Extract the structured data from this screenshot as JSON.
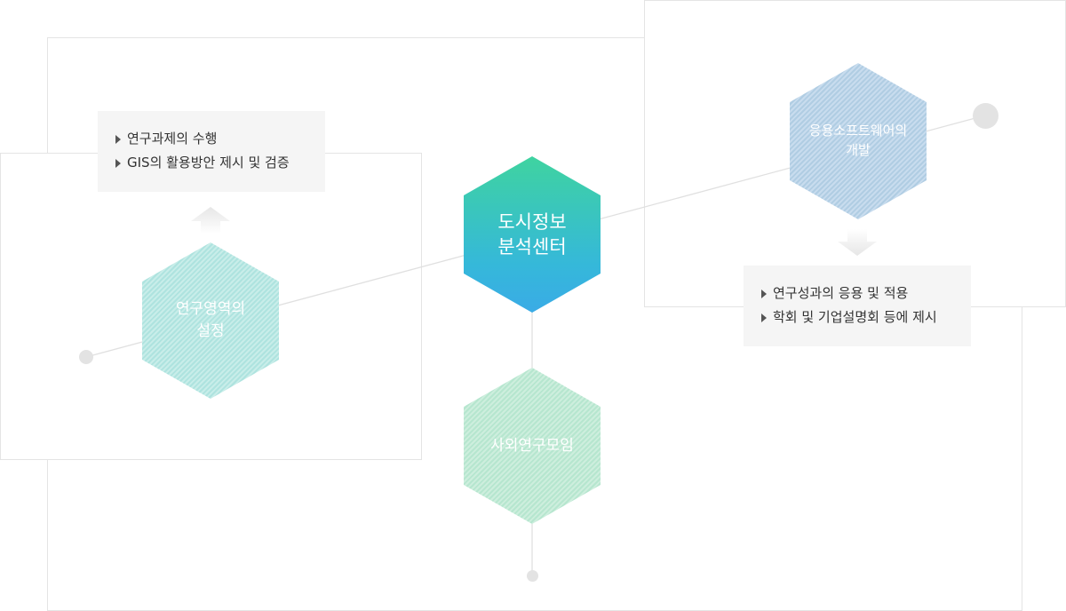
{
  "center_hex": {
    "label": "도시정보\n분석센터"
  },
  "left_hex": {
    "label": "연구영역의\n설정"
  },
  "right_hex": {
    "label": "응용소프트웨어의\n개발"
  },
  "bottom_hex": {
    "label": "사외연구모임"
  },
  "left_box": {
    "items": [
      "연구과제의 수행",
      "GIS의 활용방안 제시 및 검증"
    ]
  },
  "right_box": {
    "items": [
      "연구성과의 응용 및 적용",
      "학회 및 기업설명회 등에 제시"
    ]
  },
  "colors": {
    "center_top": "#3fd3a0",
    "center_bottom": "#3aabe6",
    "left_hex": "#aee3df",
    "right_hex": "#b0cde3",
    "bottom_hex": "#b6e6cf",
    "box_bg": "#f5f5f5",
    "line": "#e0e0e0"
  },
  "icons": [
    "arrow-up-icon",
    "arrow-down-icon",
    "bullet-triangle-icon"
  ]
}
